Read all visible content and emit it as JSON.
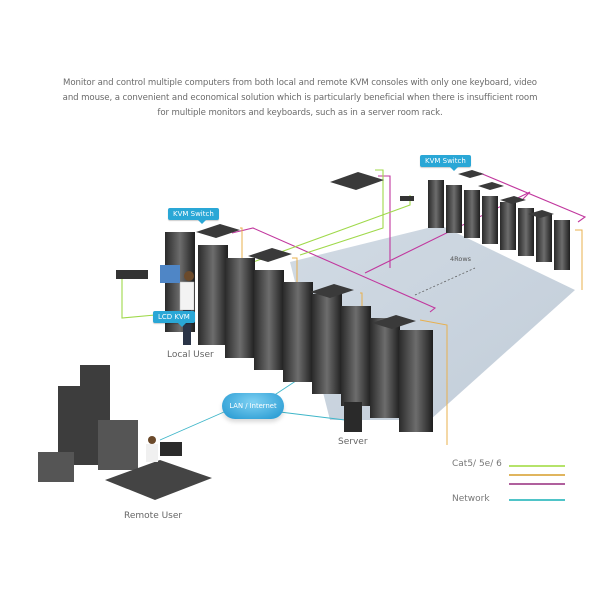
{
  "intro_text": "Monitor and control multiple computers from both local and remote KVM consoles with only one keyboard, video and mouse, a convenient and economical solution which is particularly beneficial when there is insufficient room for multiple monitors and keyboards, such as in a server room rack.",
  "labels": {
    "kvm_switch_left": "KVM Switch",
    "kvm_switch_right": "KVM Switch",
    "lcd_kvm": "LCD KVM",
    "local_user": "Local User",
    "remote_user": "Remote User",
    "lan_internet": "LAN / Internet",
    "server": "Server",
    "rows": "4Rows"
  },
  "legend": {
    "items": [
      {
        "label": "Cat5/ 5e/ 6",
        "color": "#b5e36a"
      },
      {
        "label": "",
        "color": "#e0b55e"
      },
      {
        "label": "",
        "color": "#b0609d"
      },
      {
        "label": "Network",
        "color": "#4fc4c8"
      }
    ]
  },
  "colors": {
    "cat5_green": "#9fd94a",
    "cat5_orange": "#e8b04e",
    "cat5_magenta": "#c1379e",
    "network_cyan": "#3fb6c9",
    "badge_blue": "#2aa7d6",
    "floor_blue": "#c5d1de"
  }
}
